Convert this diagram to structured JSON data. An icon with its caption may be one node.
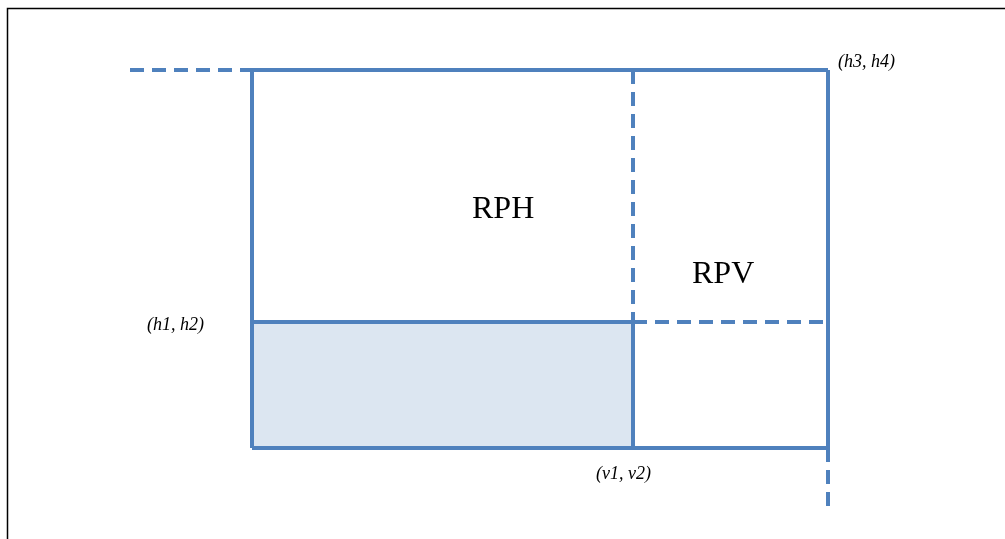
{
  "diagram": {
    "labels": [
      "(h3, h4)",
      "RPH",
      "RPV",
      "(h1, h2)",
      "(v1, v2)"
    ]
  }
}
